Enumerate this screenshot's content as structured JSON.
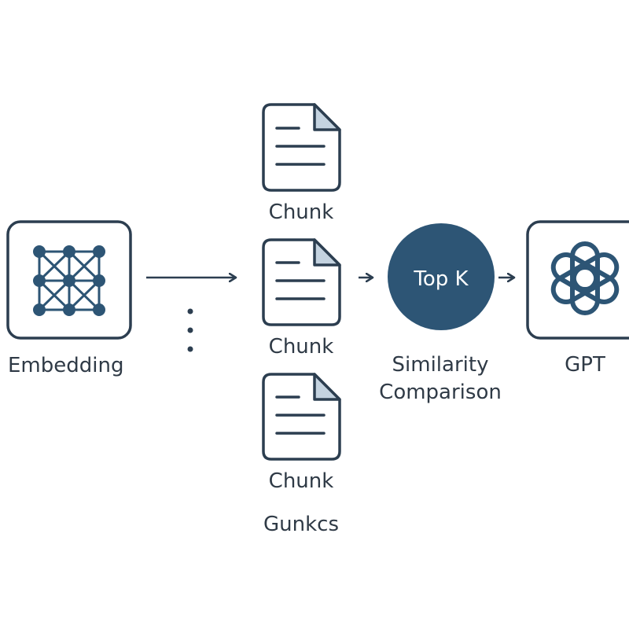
{
  "colors": {
    "primary": "#2d5575",
    "stroke": "#2c3e50",
    "text": "#2f3a46",
    "doc_fold": "#c4d3e0",
    "background": "#ffffff"
  },
  "nodes": {
    "embedding": {
      "label": "Embedding",
      "icon": "grid-network-icon"
    },
    "chunks": [
      {
        "label": "Chunk",
        "icon": "document-icon"
      },
      {
        "label": "Chunk",
        "icon": "document-icon"
      },
      {
        "label": "Chunk",
        "icon": "document-icon"
      }
    ],
    "chunks_group_label": "Gunkcs",
    "top_k": {
      "label": "Top K"
    },
    "similarity": {
      "line1": "Similarity",
      "line2": "Comparison"
    },
    "gpt": {
      "label": "GPT",
      "icon": "openai-logo-icon"
    }
  }
}
